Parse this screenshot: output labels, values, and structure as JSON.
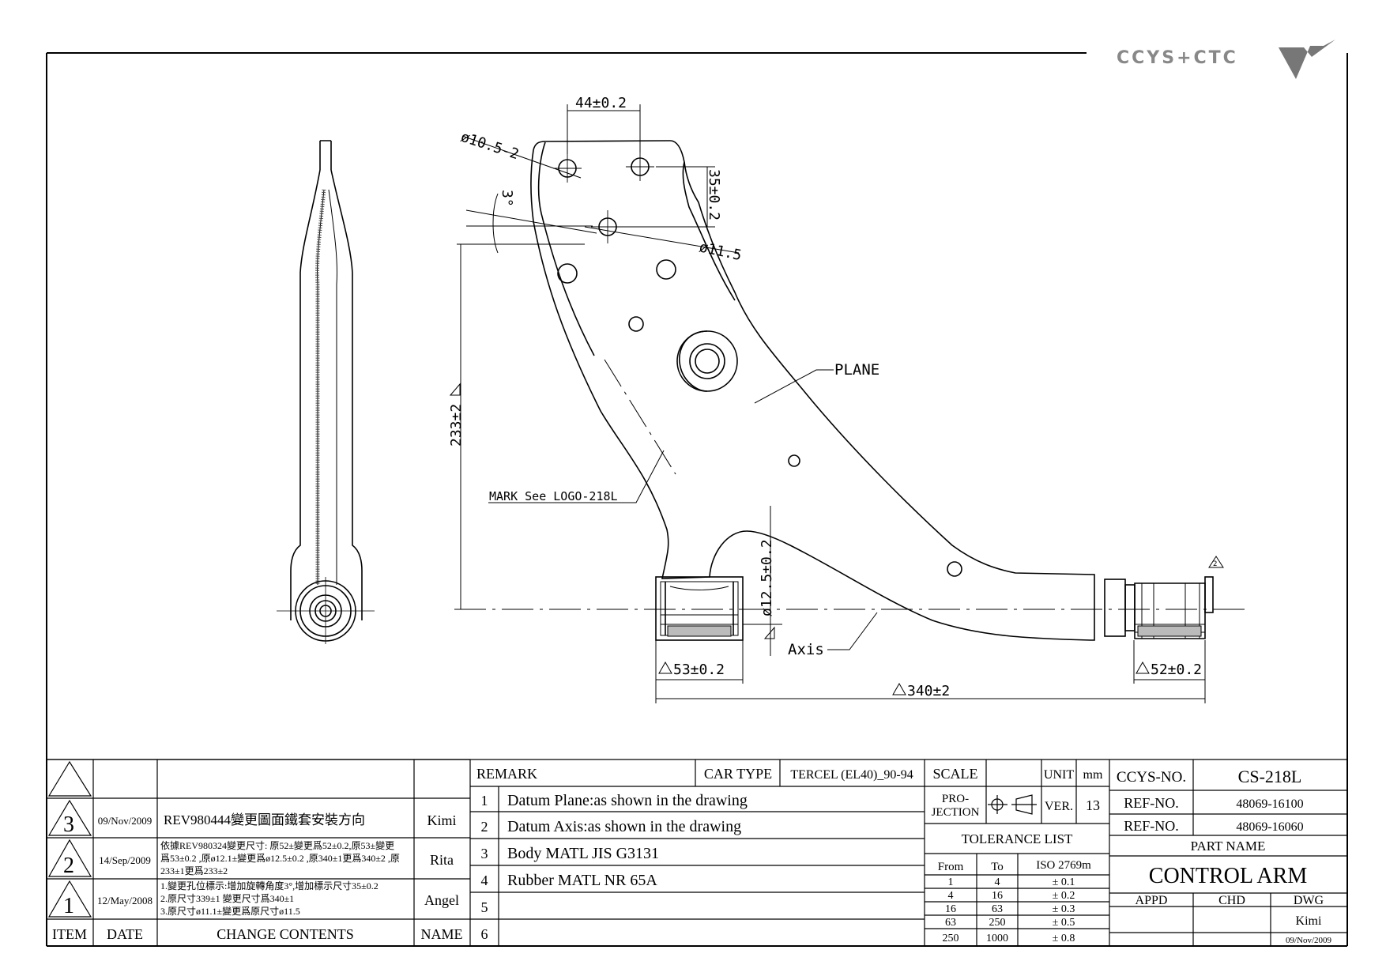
{
  "brand": {
    "logo_text": "CCYS+CTC"
  },
  "dimensions": {
    "top_spacing": "44±0.2",
    "hole_dia": "ø10.5-2",
    "vertical_spacing": "35±0.2",
    "angle": "3°",
    "pivot_dia": "ø11.5",
    "height": "233±2",
    "bushing_dia": "ø12.5±0.2",
    "left_width": "53±0.2",
    "right_width": "52±0.2",
    "overall_length": "340±2",
    "rev_mark": "2"
  },
  "annotations": {
    "plane": "PLANE",
    "axis": "Axis",
    "mark": "MARK See LOGO-218L"
  },
  "revision_table": {
    "headers": {
      "item": "ITEM",
      "date": "DATE",
      "change": "CHANGE CONTENTS",
      "name": "NAME"
    },
    "rows": [
      {
        "item": "3",
        "date": "09/Nov/2009",
        "lines": [
          "REV980444變更圖面鐵套安裝方向"
        ],
        "name": "Kimi"
      },
      {
        "item": "2",
        "date": "14/Sep/2009",
        "lines": [
          "依據REV980324變更尺寸: 原52±變更爲52±0.2,原53±變更",
          "爲53±0.2 ,原ø12.1±變更爲ø12.5±0.2 ,原340±1更爲340±2 ,原",
          "233±1更爲233±2"
        ],
        "name": "Rita"
      },
      {
        "item": "1",
        "date": "12/May/2008",
        "lines": [
          "1.變更孔位標示:增加旋轉角度3°,增加標示尺寸35±0.2",
          "2.原尺寸339±1 變更尺寸爲340±1",
          "3.原尺寸ø11.1±變更爲原尺寸ø11.5"
        ],
        "name": "Angel"
      }
    ]
  },
  "remark_table": {
    "header": "REMARK",
    "car_type_label": "CAR TYPE",
    "car_type_value": "TERCEL (EL40)_90-94",
    "items": [
      {
        "no": "1",
        "text": "Datum Plane:as shown in the drawing"
      },
      {
        "no": "2",
        "text": "Datum Axis:as shown in the drawing"
      },
      {
        "no": "3",
        "text": "Body MATL JIS G3131"
      },
      {
        "no": "4",
        "text": "Rubber MATL NR 65A"
      },
      {
        "no": "5",
        "text": ""
      },
      {
        "no": "6",
        "text": ""
      }
    ]
  },
  "spec_block": {
    "scale_label": "SCALE",
    "scale_value": "",
    "unit_label": "UNIT",
    "unit_value": "mm",
    "projection_label_1": "PRO-",
    "projection_label_2": "JECTION",
    "ver_label": "VER.",
    "ver_value": "13",
    "tolerance_title": "TOLERANCE LIST",
    "tolerance_headers": {
      "from": "From",
      "to": "To",
      "iso": "ISO 2769m"
    },
    "tolerance_rows": [
      {
        "from": "1",
        "to": "4",
        "tol": "± 0.1"
      },
      {
        "from": "4",
        "to": "16",
        "tol": "± 0.2"
      },
      {
        "from": "16",
        "to": "63",
        "tol": "± 0.3"
      },
      {
        "from": "63",
        "to": "250",
        "tol": "± 0.5"
      },
      {
        "from": "250",
        "to": "1000",
        "tol": "± 0.8"
      }
    ]
  },
  "title_block": {
    "ccys_label": "CCYS-NO.",
    "ccys_value": "CS-218L",
    "ref1_label": "REF-NO.",
    "ref1_value": "48069-16100",
    "ref2_label": "REF-NO.",
    "ref2_value": "48069-16060",
    "part_name_label": "PART NAME",
    "part_name_value": "CONTROL ARM",
    "appd_label": "APPD",
    "chd_label": "CHD",
    "dwg_label": "DWG",
    "dwg_name": "Kimi",
    "dwg_date": "09/Nov/2009"
  }
}
